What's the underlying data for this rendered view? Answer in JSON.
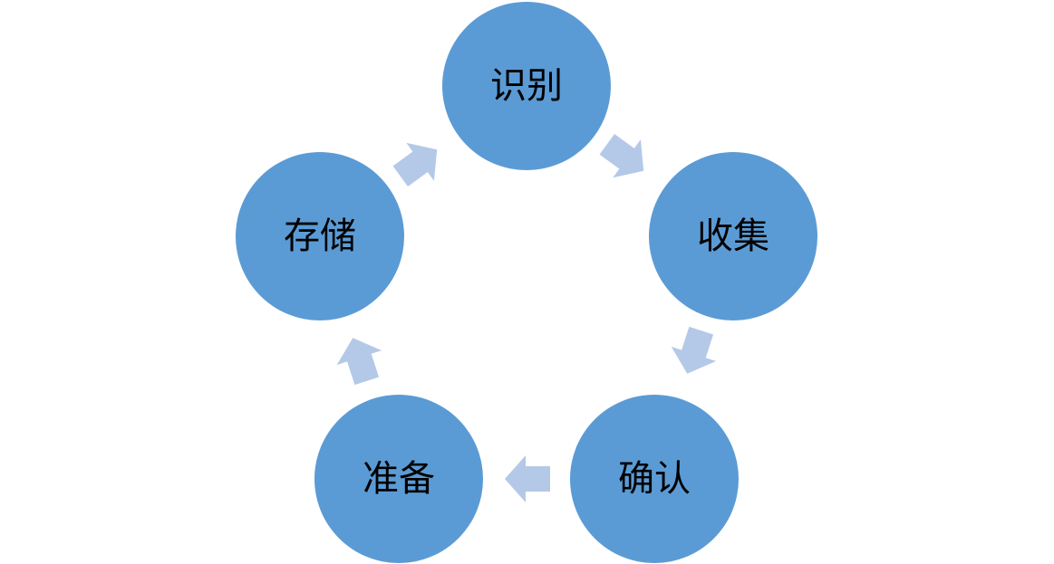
{
  "diagram": {
    "type": "cycle",
    "colors": {
      "node_fill": "#5b9bd5",
      "arrow_fill": "#b4c9e7",
      "label_text": "#000000",
      "background": "#ffffff"
    },
    "nodes": [
      {
        "label": "识别"
      },
      {
        "label": "收集"
      },
      {
        "label": "确认"
      },
      {
        "label": "准备"
      },
      {
        "label": "存储"
      }
    ],
    "arrow_icon": "chevron-arrow-icon"
  }
}
